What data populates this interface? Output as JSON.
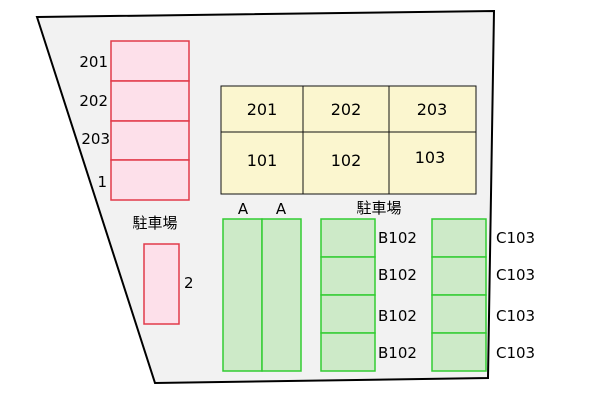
{
  "colors": {
    "lot_fill": "#f2f2f2",
    "lot_outline": "#000000",
    "left_parking_fill": "#fde0ea",
    "left_parking_stroke": "#e23a4a",
    "building_fill": "#fbf6cf",
    "building_stroke": "#111111",
    "green_parking_fill": "#cdeac8",
    "green_parking_stroke": "#33cc33"
  },
  "left_stack": {
    "labels": [
      "201",
      "202",
      "203",
      "1"
    ]
  },
  "left_single": {
    "label": "2"
  },
  "parking_label_left": "駐車場",
  "parking_label_right": "駐車場",
  "building": {
    "upper_units": [
      "201",
      "202",
      "203"
    ],
    "lower_units": [
      "101",
      "102",
      "103"
    ]
  },
  "a_columns": {
    "labels": [
      "A",
      "A"
    ]
  },
  "b_column": {
    "labels": [
      "B102",
      "B102",
      "B102",
      "B102"
    ]
  },
  "c_column": {
    "labels": [
      "C103",
      "C103",
      "C103",
      "C103"
    ]
  }
}
